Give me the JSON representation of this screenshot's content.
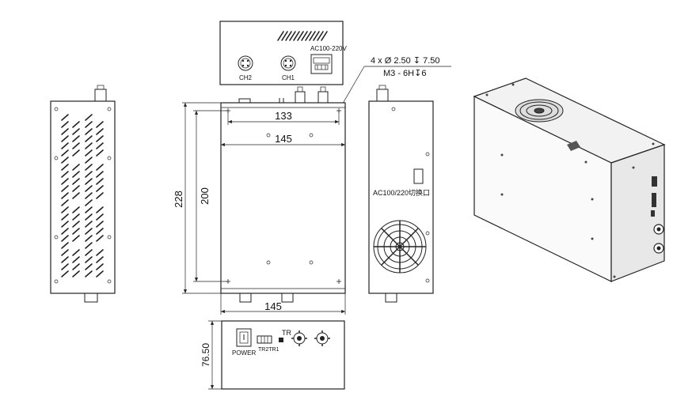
{
  "top_view": {
    "ch2_label": "CH2",
    "ch1_label": "CH1",
    "ac_label": "AC100-220V"
  },
  "callout": {
    "line1": "4 x Ø 2.50 ↧ 7.50",
    "line2": "M3 - 6H↧6"
  },
  "front_view": {
    "dim_133": "133",
    "dim_145_top": "145",
    "dim_145_bottom": "145",
    "dim_228": "228",
    "dim_200": "200"
  },
  "side_view": {
    "switch_label": "AC100/220切换口"
  },
  "bottom_view": {
    "power_label": "POWER",
    "tr_label": "TR2TR1",
    "tr_small_label": "TR",
    "dim_height": "76.50"
  }
}
